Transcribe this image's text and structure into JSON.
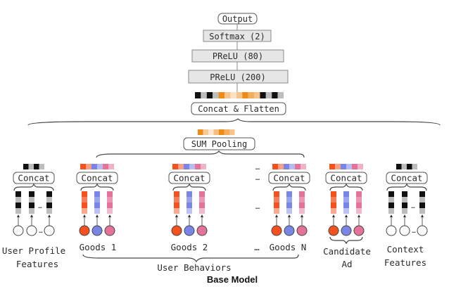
{
  "title": "Base Model",
  "layers": {
    "output": "Output",
    "softmax": "Softmax (2)",
    "prelu80": "PReLU (80)",
    "prelu200": "PReLU (200)",
    "concat_flatten": "Concat & Flatten",
    "sum_pooling": "SUM Pooling"
  },
  "concat_label": "Concat",
  "ellipsis": "…",
  "groups": {
    "user_profile": {
      "line1": "User Profile",
      "line2": "Features"
    },
    "goods1": "Goods 1",
    "goods2": "Goods 2",
    "goodsN": "Goods N",
    "goods_ellipsis": "…",
    "user_behaviors": "User Behaviors",
    "candidate_ad": {
      "line1": "Candidate",
      "line2": "Ad"
    },
    "context": {
      "line1": "Context",
      "line2": "Features"
    }
  },
  "colors": {
    "goods_id": "#f4511e",
    "shop_id": "#7986e8",
    "cate_id": "#e57399",
    "pooling_orange": "#ef8a17",
    "black": "#111111",
    "gray": "#bdbdbd"
  }
}
